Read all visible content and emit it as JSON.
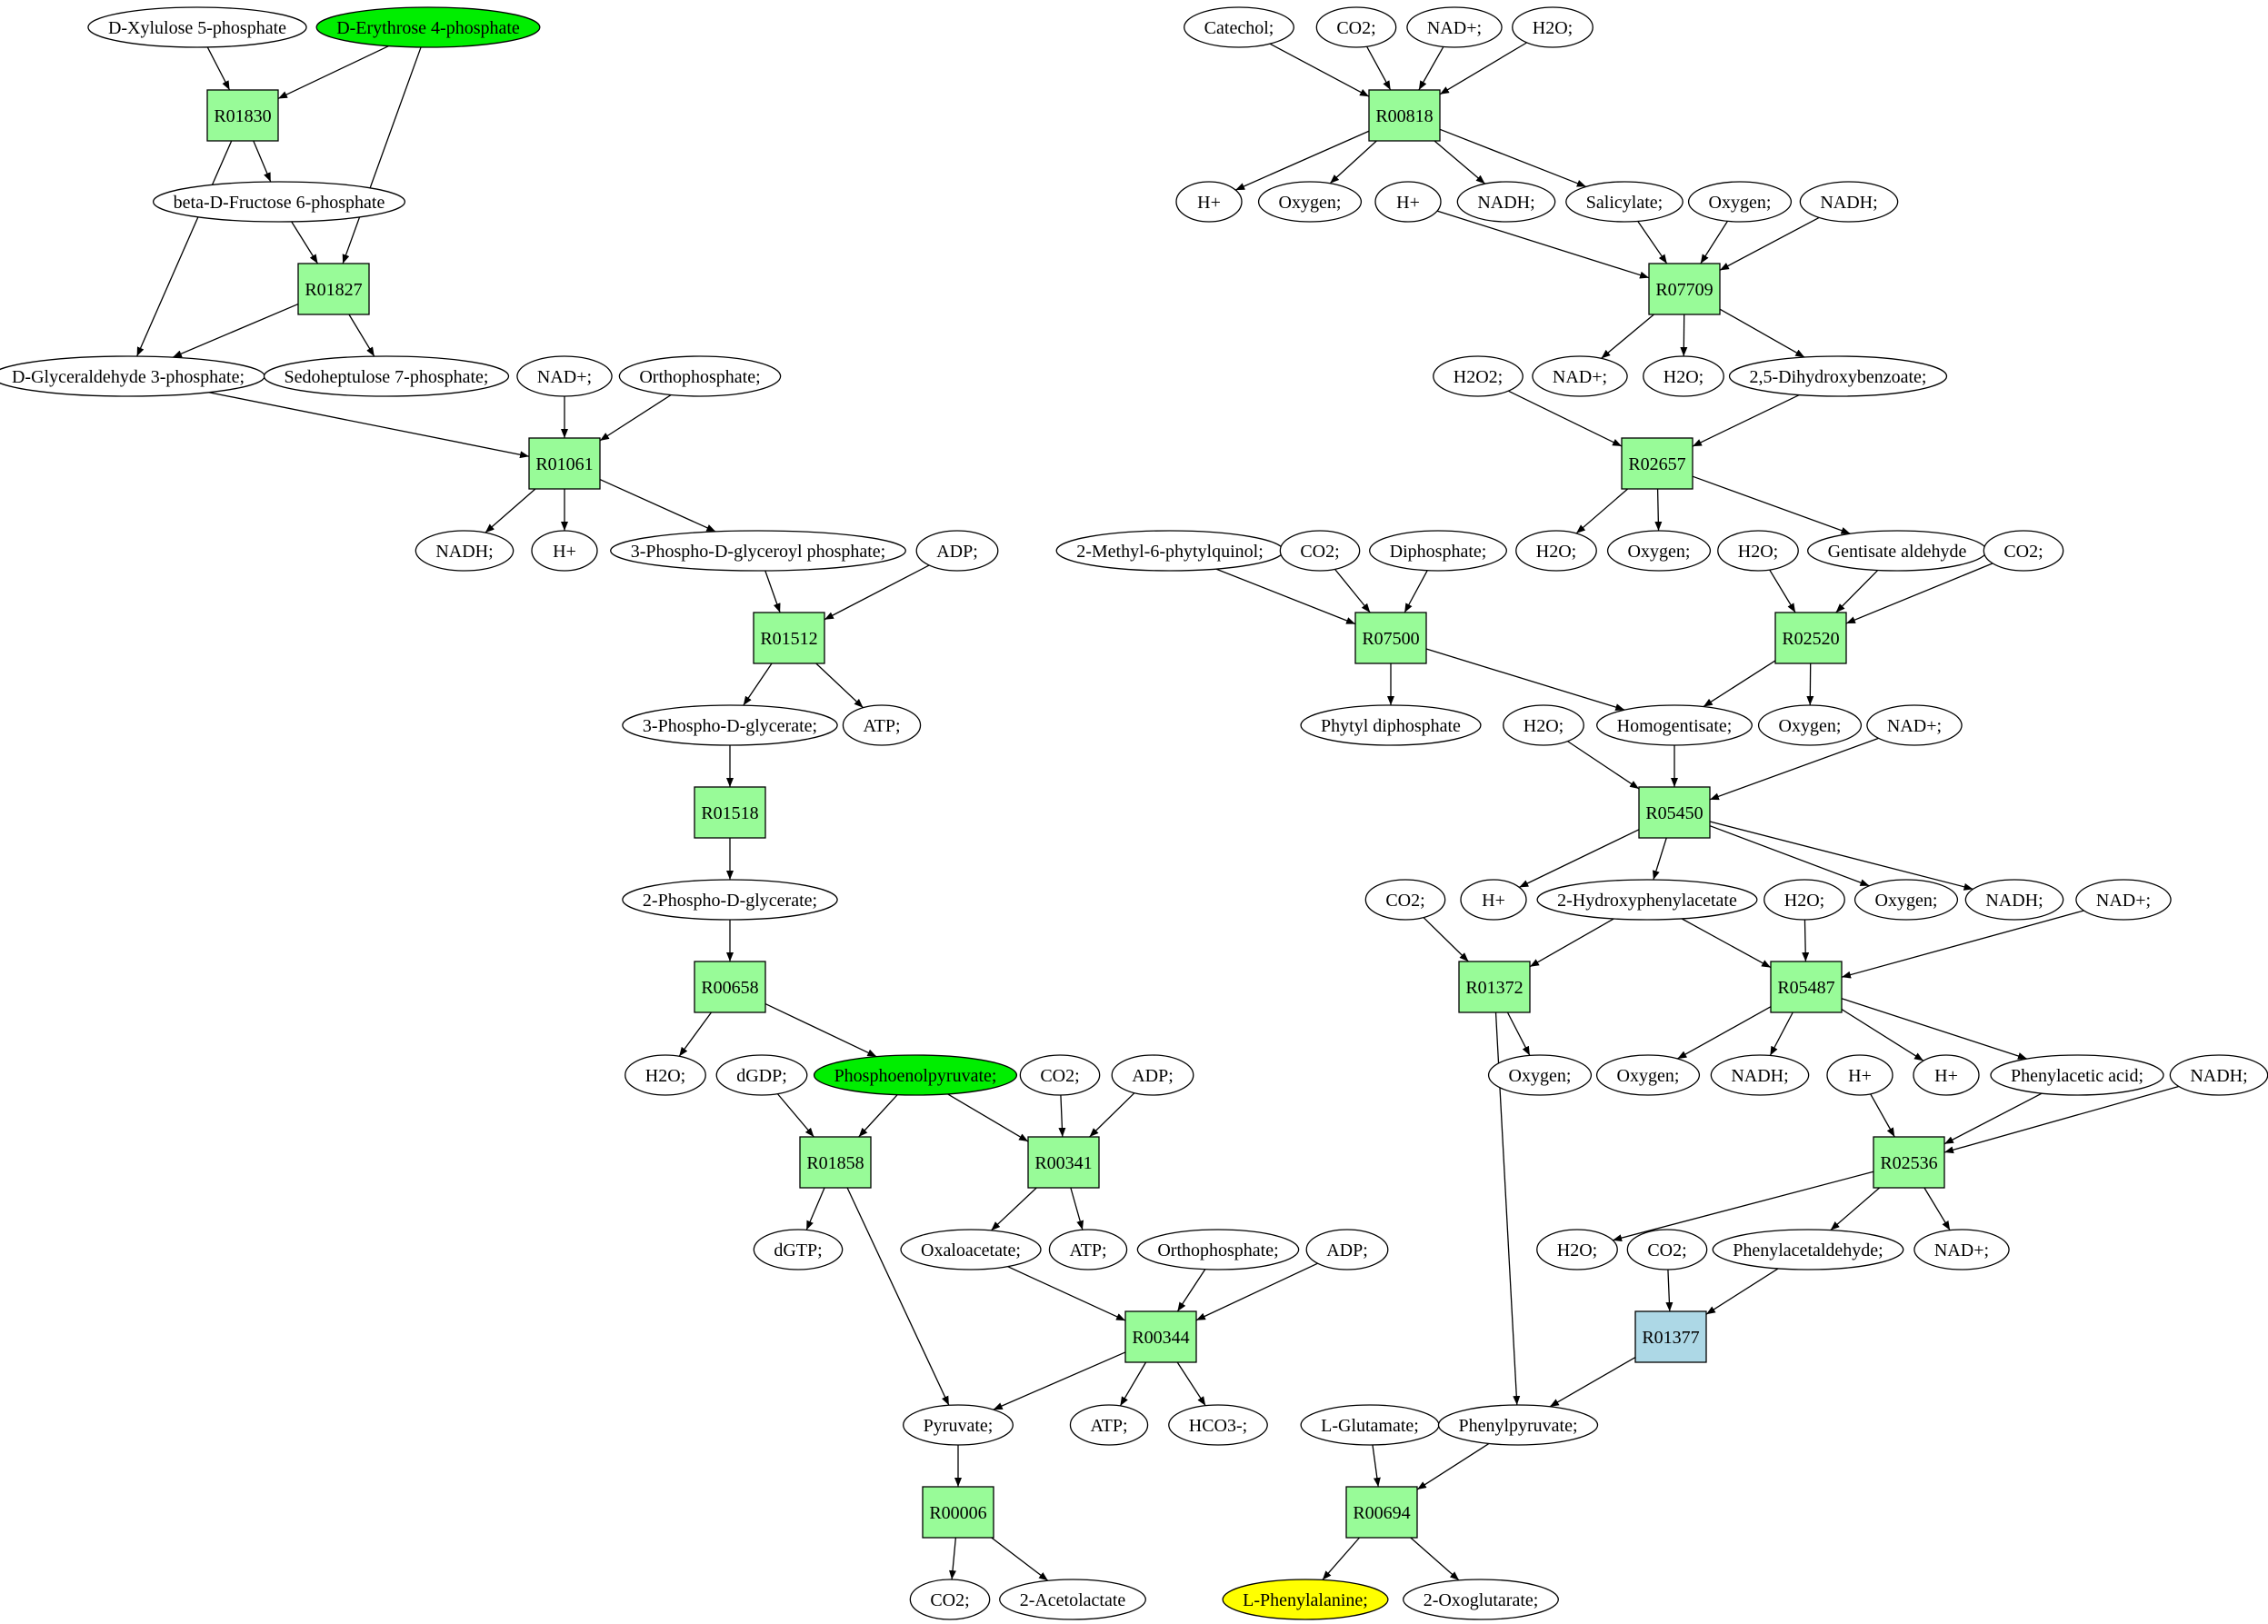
{
  "colors": {
    "reaction_default": "#98fb98",
    "reaction_highlight": "#add8e6",
    "compound_default": "#ffffff",
    "compound_start": "#00ee00",
    "compound_target": "#ffff00"
  },
  "nodes": [
    {
      "id": "c_xylulose5p",
      "kind": "compound",
      "label": "D-Xylulose 5-phosphate"
    },
    {
      "id": "c_erythrose4p",
      "kind": "compound",
      "label": "D-Erythrose 4-phosphate",
      "fill": "#00ee00"
    },
    {
      "id": "r_R01830",
      "kind": "reaction",
      "label": "R01830"
    },
    {
      "id": "c_fructose6p",
      "kind": "compound",
      "label": "beta-D-Fructose 6-phosphate"
    },
    {
      "id": "r_R01827",
      "kind": "reaction",
      "label": "R01827"
    },
    {
      "id": "c_g3p",
      "kind": "compound",
      "label": "D-Glyceraldehyde 3-phosphate;"
    },
    {
      "id": "c_sedo7p",
      "kind": "compound",
      "label": "Sedoheptulose 7-phosphate;"
    },
    {
      "id": "c_nadp_a",
      "kind": "compound",
      "label": "NAD+;"
    },
    {
      "id": "c_ortho_a",
      "kind": "compound",
      "label": "Orthophosphate;"
    },
    {
      "id": "r_R01061",
      "kind": "reaction",
      "label": "R01061"
    },
    {
      "id": "c_nadh_a",
      "kind": "compound",
      "label": "NADH;"
    },
    {
      "id": "c_h_a",
      "kind": "compound",
      "label": "H+"
    },
    {
      "id": "c_3pdgp",
      "kind": "compound",
      "label": "3-Phospho-D-glyceroyl phosphate;"
    },
    {
      "id": "c_adp_a",
      "kind": "compound",
      "label": "ADP;"
    },
    {
      "id": "r_R01512",
      "kind": "reaction",
      "label": "R01512"
    },
    {
      "id": "c_3pdg",
      "kind": "compound",
      "label": "3-Phospho-D-glycerate;"
    },
    {
      "id": "c_atp_a",
      "kind": "compound",
      "label": "ATP;"
    },
    {
      "id": "r_R01518",
      "kind": "reaction",
      "label": "R01518"
    },
    {
      "id": "c_2pdg",
      "kind": "compound",
      "label": "2-Phospho-D-glycerate;"
    },
    {
      "id": "r_R00658",
      "kind": "reaction",
      "label": "R00658"
    },
    {
      "id": "c_h2o_a",
      "kind": "compound",
      "label": "H2O;"
    },
    {
      "id": "c_dgdp",
      "kind": "compound",
      "label": "dGDP;"
    },
    {
      "id": "c_pep",
      "kind": "compound",
      "label": "Phosphoenolpyruvate;",
      "fill": "#00ee00"
    },
    {
      "id": "c_co2_a",
      "kind": "compound",
      "label": "CO2;"
    },
    {
      "id": "c_adp_b",
      "kind": "compound",
      "label": "ADP;"
    },
    {
      "id": "r_R01858",
      "kind": "reaction",
      "label": "R01858"
    },
    {
      "id": "r_R00341",
      "kind": "reaction",
      "label": "R00341"
    },
    {
      "id": "c_dgtp",
      "kind": "compound",
      "label": "dGTP;"
    },
    {
      "id": "c_oxaloacetate",
      "kind": "compound",
      "label": "Oxaloacetate;"
    },
    {
      "id": "c_atp_b",
      "kind": "compound",
      "label": "ATP;"
    },
    {
      "id": "c_ortho_b",
      "kind": "compound",
      "label": "Orthophosphate;"
    },
    {
      "id": "c_adp_c",
      "kind": "compound",
      "label": "ADP;"
    },
    {
      "id": "r_R00344",
      "kind": "reaction",
      "label": "R00344"
    },
    {
      "id": "c_pyruvate",
      "kind": "compound",
      "label": "Pyruvate;"
    },
    {
      "id": "c_atp_c",
      "kind": "compound",
      "label": "ATP;"
    },
    {
      "id": "c_hco3",
      "kind": "compound",
      "label": "HCO3-;"
    },
    {
      "id": "r_R00006",
      "kind": "reaction",
      "label": "R00006"
    },
    {
      "id": "c_co2_b",
      "kind": "compound",
      "label": "CO2;"
    },
    {
      "id": "c_acetolactate",
      "kind": "compound",
      "label": "2-Acetolactate"
    },
    {
      "id": "c_catechol",
      "kind": "compound",
      "label": "Catechol;"
    },
    {
      "id": "c_co2_c",
      "kind": "compound",
      "label": "CO2;"
    },
    {
      "id": "c_nadp_b",
      "kind": "compound",
      "label": "NAD+;"
    },
    {
      "id": "c_h2o_b",
      "kind": "compound",
      "label": "H2O;"
    },
    {
      "id": "r_R00818",
      "kind": "reaction",
      "label": "R00818"
    },
    {
      "id": "c_h_b",
      "kind": "compound",
      "label": "H+"
    },
    {
      "id": "c_oxy_a",
      "kind": "compound",
      "label": "Oxygen;"
    },
    {
      "id": "c_h_c",
      "kind": "compound",
      "label": "H+"
    },
    {
      "id": "c_nadh_b",
      "kind": "compound",
      "label": "NADH;"
    },
    {
      "id": "c_salicylate",
      "kind": "compound",
      "label": "Salicylate;"
    },
    {
      "id": "c_oxy_b",
      "kind": "compound",
      "label": "Oxygen;"
    },
    {
      "id": "c_nadh_c",
      "kind": "compound",
      "label": "NADH;"
    },
    {
      "id": "r_R07709",
      "kind": "reaction",
      "label": "R07709"
    },
    {
      "id": "c_h2o2",
      "kind": "compound",
      "label": "H2O2;"
    },
    {
      "id": "c_nadp_c",
      "kind": "compound",
      "label": "NAD+;"
    },
    {
      "id": "c_h2o_c",
      "kind": "compound",
      "label": "H2O;"
    },
    {
      "id": "c_25dhb",
      "kind": "compound",
      "label": "2,5-Dihydroxybenzoate;"
    },
    {
      "id": "r_R02657",
      "kind": "reaction",
      "label": "R02657"
    },
    {
      "id": "c_mpq",
      "kind": "compound",
      "label": "2-Methyl-6-phytylquinol;"
    },
    {
      "id": "c_co2_d",
      "kind": "compound",
      "label": "CO2;"
    },
    {
      "id": "c_diphosphate",
      "kind": "compound",
      "label": "Diphosphate;"
    },
    {
      "id": "c_h2o_d",
      "kind": "compound",
      "label": "H2O;"
    },
    {
      "id": "c_oxy_c",
      "kind": "compound",
      "label": "Oxygen;"
    },
    {
      "id": "c_h2o_e",
      "kind": "compound",
      "label": "H2O;"
    },
    {
      "id": "c_gentisald",
      "kind": "compound",
      "label": "Gentisate aldehyde"
    },
    {
      "id": "c_co2_e",
      "kind": "compound",
      "label": "CO2;"
    },
    {
      "id": "r_R07500",
      "kind": "reaction",
      "label": "R07500"
    },
    {
      "id": "r_R02520",
      "kind": "reaction",
      "label": "R02520"
    },
    {
      "id": "c_phytyldp",
      "kind": "compound",
      "label": "Phytyl diphosphate"
    },
    {
      "id": "c_h2o_f",
      "kind": "compound",
      "label": "H2O;"
    },
    {
      "id": "c_homogentisate",
      "kind": "compound",
      "label": "Homogentisate;"
    },
    {
      "id": "c_oxy_d",
      "kind": "compound",
      "label": "Oxygen;"
    },
    {
      "id": "c_nadp_d",
      "kind": "compound",
      "label": "NAD+;"
    },
    {
      "id": "r_R05450",
      "kind": "reaction",
      "label": "R05450"
    },
    {
      "id": "c_co2_f",
      "kind": "compound",
      "label": "CO2;"
    },
    {
      "id": "c_h_d",
      "kind": "compound",
      "label": "H+"
    },
    {
      "id": "c_2hpa",
      "kind": "compound",
      "label": "2-Hydroxyphenylacetate"
    },
    {
      "id": "c_h2o_g",
      "kind": "compound",
      "label": "H2O;"
    },
    {
      "id": "c_oxy_e",
      "kind": "compound",
      "label": "Oxygen;"
    },
    {
      "id": "c_nadh_d",
      "kind": "compound",
      "label": "NADH;"
    },
    {
      "id": "c_nadp_e",
      "kind": "compound",
      "label": "NAD+;"
    },
    {
      "id": "r_R01372",
      "kind": "reaction",
      "label": "R01372"
    },
    {
      "id": "r_R05487",
      "kind": "reaction",
      "label": "R05487"
    },
    {
      "id": "c_oxy_f",
      "kind": "compound",
      "label": "Oxygen;"
    },
    {
      "id": "c_oxy_g",
      "kind": "compound",
      "label": "Oxygen;"
    },
    {
      "id": "c_nadh_e",
      "kind": "compound",
      "label": "NADH;"
    },
    {
      "id": "c_h_e",
      "kind": "compound",
      "label": "H+"
    },
    {
      "id": "c_h_f",
      "kind": "compound",
      "label": "H+"
    },
    {
      "id": "c_phenylacetic",
      "kind": "compound",
      "label": "Phenylacetic acid;"
    },
    {
      "id": "c_nadh_f",
      "kind": "compound",
      "label": "NADH;"
    },
    {
      "id": "r_R02536",
      "kind": "reaction",
      "label": "R02536"
    },
    {
      "id": "c_h2o_h",
      "kind": "compound",
      "label": "H2O;"
    },
    {
      "id": "c_co2_g",
      "kind": "compound",
      "label": "CO2;"
    },
    {
      "id": "c_phenylacetald",
      "kind": "compound",
      "label": "Phenylacetaldehyde;"
    },
    {
      "id": "c_nadp_f",
      "kind": "compound",
      "label": "NAD+;"
    },
    {
      "id": "r_R01377",
      "kind": "reaction",
      "label": "R01377",
      "fill": "#add8e6"
    },
    {
      "id": "c_glutamate",
      "kind": "compound",
      "label": "L-Glutamate;"
    },
    {
      "id": "c_phenylpyruvate",
      "kind": "compound",
      "label": "Phenylpyruvate;"
    },
    {
      "id": "r_R00694",
      "kind": "reaction",
      "label": "R00694"
    },
    {
      "id": "c_phenylalanine",
      "kind": "compound",
      "label": "L-Phenylalanine;",
      "fill": "#ffff00"
    },
    {
      "id": "c_oxoglutarate",
      "kind": "compound",
      "label": "2-Oxoglutarate;"
    }
  ],
  "edges": [
    [
      "c_xylulose5p",
      "r_R01830"
    ],
    [
      "c_erythrose4p",
      "r_R01830"
    ],
    [
      "c_erythrose4p",
      "r_R01827"
    ],
    [
      "r_R01830",
      "c_fructose6p"
    ],
    [
      "r_R01830",
      "c_g3p"
    ],
    [
      "c_fructose6p",
      "r_R01827"
    ],
    [
      "r_R01827",
      "c_g3p"
    ],
    [
      "r_R01827",
      "c_sedo7p"
    ],
    [
      "c_g3p",
      "r_R01061"
    ],
    [
      "c_nadp_a",
      "r_R01061"
    ],
    [
      "c_ortho_a",
      "r_R01061"
    ],
    [
      "r_R01061",
      "c_nadh_a"
    ],
    [
      "r_R01061",
      "c_h_a"
    ],
    [
      "r_R01061",
      "c_3pdgp"
    ],
    [
      "c_3pdgp",
      "r_R01512"
    ],
    [
      "c_adp_a",
      "r_R01512"
    ],
    [
      "r_R01512",
      "c_3pdg"
    ],
    [
      "r_R01512",
      "c_atp_a"
    ],
    [
      "c_3pdg",
      "r_R01518"
    ],
    [
      "r_R01518",
      "c_2pdg"
    ],
    [
      "c_2pdg",
      "r_R00658"
    ],
    [
      "r_R00658",
      "c_h2o_a"
    ],
    [
      "r_R00658",
      "c_pep"
    ],
    [
      "c_dgdp",
      "r_R01858"
    ],
    [
      "c_pep",
      "r_R01858"
    ],
    [
      "c_pep",
      "r_R00341"
    ],
    [
      "c_co2_a",
      "r_R00341"
    ],
    [
      "c_adp_b",
      "r_R00341"
    ],
    [
      "r_R01858",
      "c_dgtp"
    ],
    [
      "r_R01858",
      "c_pyruvate"
    ],
    [
      "r_R00341",
      "c_oxaloacetate"
    ],
    [
      "r_R00341",
      "c_atp_b"
    ],
    [
      "c_oxaloacetate",
      "r_R00344"
    ],
    [
      "c_ortho_b",
      "r_R00344"
    ],
    [
      "c_adp_c",
      "r_R00344"
    ],
    [
      "r_R00344",
      "c_pyruvate"
    ],
    [
      "r_R00344",
      "c_atp_c"
    ],
    [
      "r_R00344",
      "c_hco3"
    ],
    [
      "c_pyruvate",
      "r_R00006"
    ],
    [
      "r_R00006",
      "c_co2_b"
    ],
    [
      "r_R00006",
      "c_acetolactate"
    ],
    [
      "c_catechol",
      "r_R00818"
    ],
    [
      "c_co2_c",
      "r_R00818"
    ],
    [
      "c_nadp_b",
      "r_R00818"
    ],
    [
      "c_h2o_b",
      "r_R00818"
    ],
    [
      "r_R00818",
      "c_h_b"
    ],
    [
      "r_R00818",
      "c_oxy_a"
    ],
    [
      "r_R00818",
      "c_nadh_b"
    ],
    [
      "r_R00818",
      "c_salicylate"
    ],
    [
      "c_h_c",
      "r_R07709"
    ],
    [
      "c_salicylate",
      "r_R07709"
    ],
    [
      "c_oxy_b",
      "r_R07709"
    ],
    [
      "c_nadh_c",
      "r_R07709"
    ],
    [
      "r_R07709",
      "c_nadp_c"
    ],
    [
      "r_R07709",
      "c_h2o_c"
    ],
    [
      "r_R07709",
      "c_25dhb"
    ],
    [
      "c_h2o2",
      "r_R02657"
    ],
    [
      "c_25dhb",
      "r_R02657"
    ],
    [
      "r_R02657",
      "c_h2o_d"
    ],
    [
      "r_R02657",
      "c_oxy_c"
    ],
    [
      "r_R02657",
      "c_gentisald"
    ],
    [
      "c_mpq",
      "r_R07500"
    ],
    [
      "c_co2_d",
      "r_R07500"
    ],
    [
      "c_diphosphate",
      "r_R07500"
    ],
    [
      "r_R07500",
      "c_phytyldp"
    ],
    [
      "r_R07500",
      "c_homogentisate"
    ],
    [
      "c_h2o_e",
      "r_R02520"
    ],
    [
      "c_gentisald",
      "r_R02520"
    ],
    [
      "c_co2_e",
      "r_R02520"
    ],
    [
      "r_R02520",
      "c_homogentisate"
    ],
    [
      "r_R02520",
      "c_oxy_d"
    ],
    [
      "c_h2o_f",
      "r_R05450"
    ],
    [
      "c_homogentisate",
      "r_R05450"
    ],
    [
      "c_nadp_d",
      "r_R05450"
    ],
    [
      "r_R05450",
      "c_h_d"
    ],
    [
      "r_R05450",
      "c_2hpa"
    ],
    [
      "r_R05450",
      "c_oxy_e"
    ],
    [
      "r_R05450",
      "c_nadh_d"
    ],
    [
      "c_co2_f",
      "r_R01372"
    ],
    [
      "c_2hpa",
      "r_R01372"
    ],
    [
      "c_2hpa",
      "r_R05487"
    ],
    [
      "c_h2o_g",
      "r_R05487"
    ],
    [
      "c_nadp_e",
      "r_R05487"
    ],
    [
      "r_R01372",
      "c_oxy_f"
    ],
    [
      "r_R01372",
      "c_phenylpyruvate"
    ],
    [
      "r_R05487",
      "c_oxy_g"
    ],
    [
      "r_R05487",
      "c_nadh_e"
    ],
    [
      "r_R05487",
      "c_h_f"
    ],
    [
      "r_R05487",
      "c_phenylacetic"
    ],
    [
      "c_h_e",
      "r_R02536"
    ],
    [
      "c_phenylacetic",
      "r_R02536"
    ],
    [
      "c_nadh_f",
      "r_R02536"
    ],
    [
      "r_R02536",
      "c_h2o_h"
    ],
    [
      "r_R02536",
      "c_phenylacetald"
    ],
    [
      "r_R02536",
      "c_nadp_f"
    ],
    [
      "c_co2_g",
      "r_R01377"
    ],
    [
      "c_phenylacetald",
      "r_R01377"
    ],
    [
      "r_R01377",
      "c_phenylpyruvate"
    ],
    [
      "c_glutamate",
      "r_R00694"
    ],
    [
      "c_phenylpyruvate",
      "r_R00694"
    ],
    [
      "r_R00694",
      "c_phenylalanine"
    ],
    [
      "r_R00694",
      "c_oxoglutarate"
    ]
  ]
}
